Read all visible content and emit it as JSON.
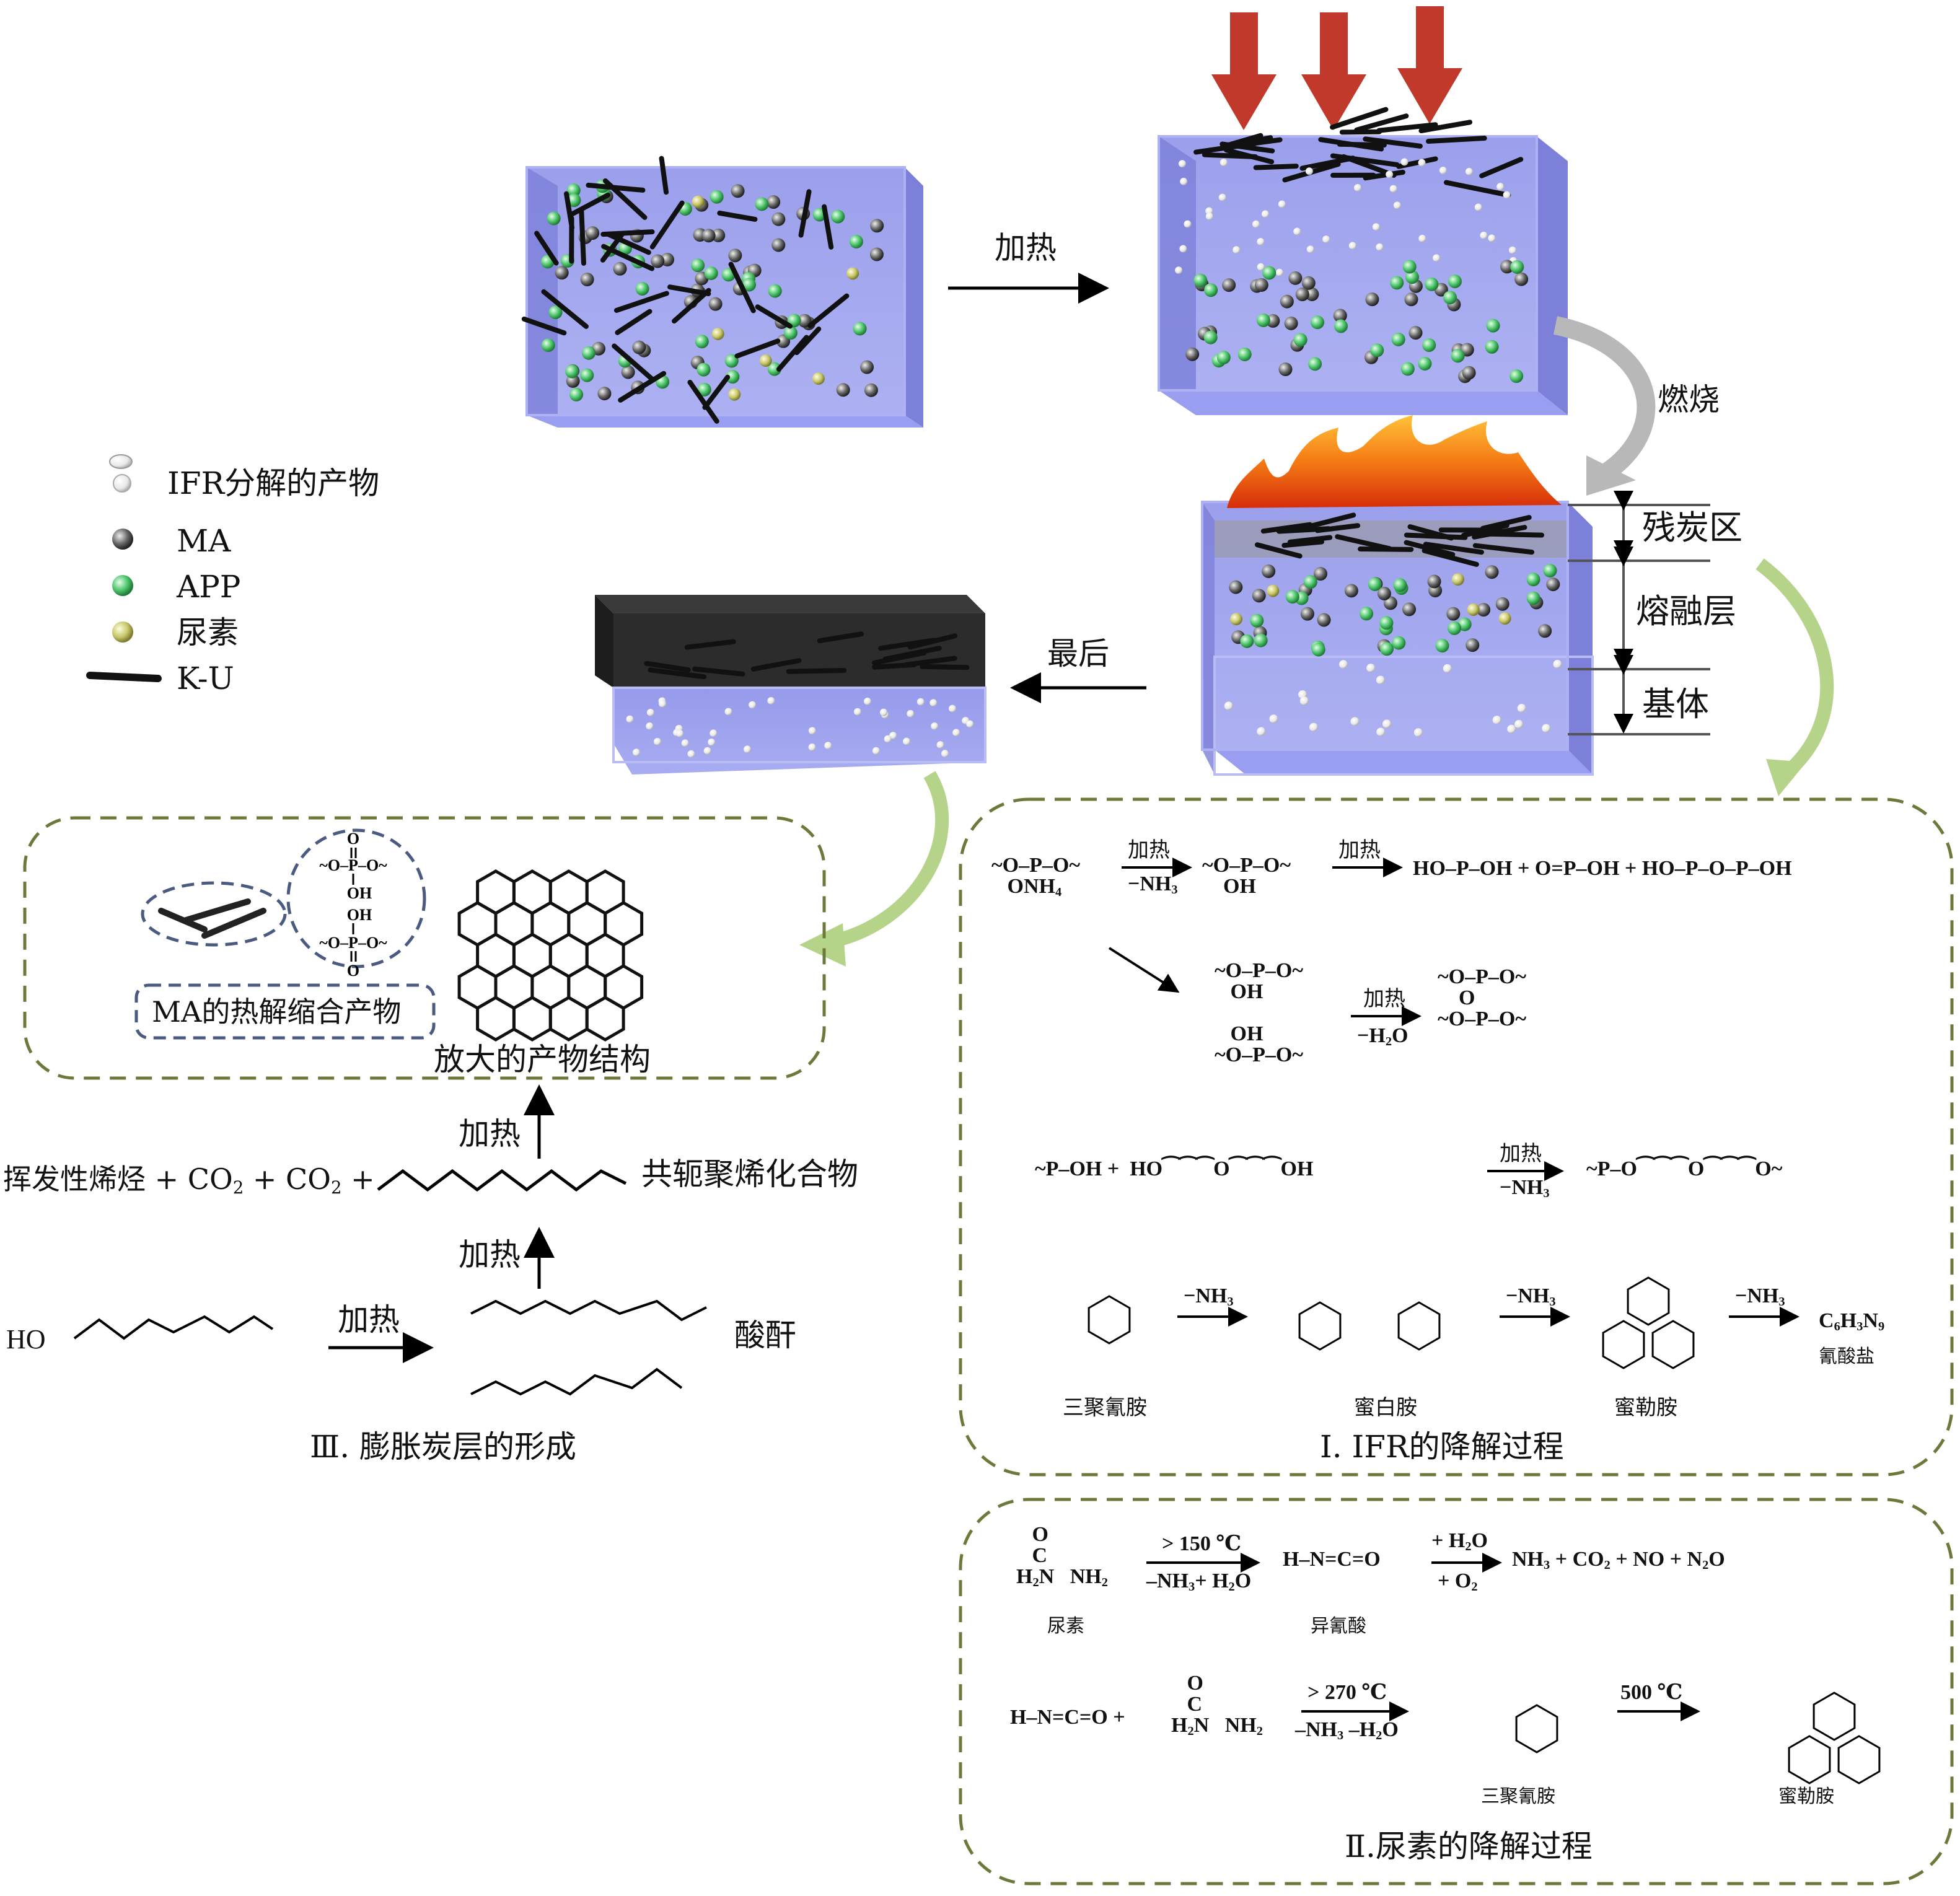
{
  "process": {
    "heat_label": "加热",
    "burn_label": "燃烧",
    "final_label": "最后",
    "zones": {
      "char": "残炭区",
      "melt": "熔融层",
      "matrix": "基体"
    }
  },
  "legend": {
    "ifr_products": "IFR分解的产物",
    "ma": "MA",
    "app": "APP",
    "urea": "尿素",
    "ku": "K-U"
  },
  "panel3": {
    "ma_product": "MA的热解缩合产物",
    "enlarged": "放大的产物结构",
    "heat1": "加热",
    "heat2": "加热",
    "heat3": "加热",
    "volatile_prefix": "挥发性烯烃 + CO",
    "co2_b": "+ CO",
    "plus_end": "+",
    "conjugated": "共轭聚烯化合物",
    "anhydride": "酸酐",
    "caption": "Ⅲ. 膨胀炭层的形成"
  },
  "panel1": {
    "heat": "加热",
    "minus_nh3": "−NH",
    "minus_h2o": "−H",
    "melamine": "三聚氰胺",
    "melam": "蜜白胺",
    "melem": "蜜勒胺",
    "cyanate": "氰酸盐",
    "cyanate_formula": "C",
    "caption": "Ⅰ. IFR的降解过程"
  },
  "panel2": {
    "t150": "> 150 ℃",
    "t270": "> 270 ℃",
    "t500": "500 ℃",
    "urea": "尿素",
    "isocyanic": "异氰酸",
    "products": "NH",
    "melamine": "三聚氰胺",
    "melem": "蜜勒胺",
    "caption": "Ⅱ.尿素的降解过程"
  },
  "colors": {
    "box": "#8a8fe8",
    "app_ball": "#5ec97a",
    "ma_ball": "#555555",
    "arrow_red": "#c0392b",
    "dash_green": "#6b7a3a",
    "curve_green": "#b5d48a"
  }
}
